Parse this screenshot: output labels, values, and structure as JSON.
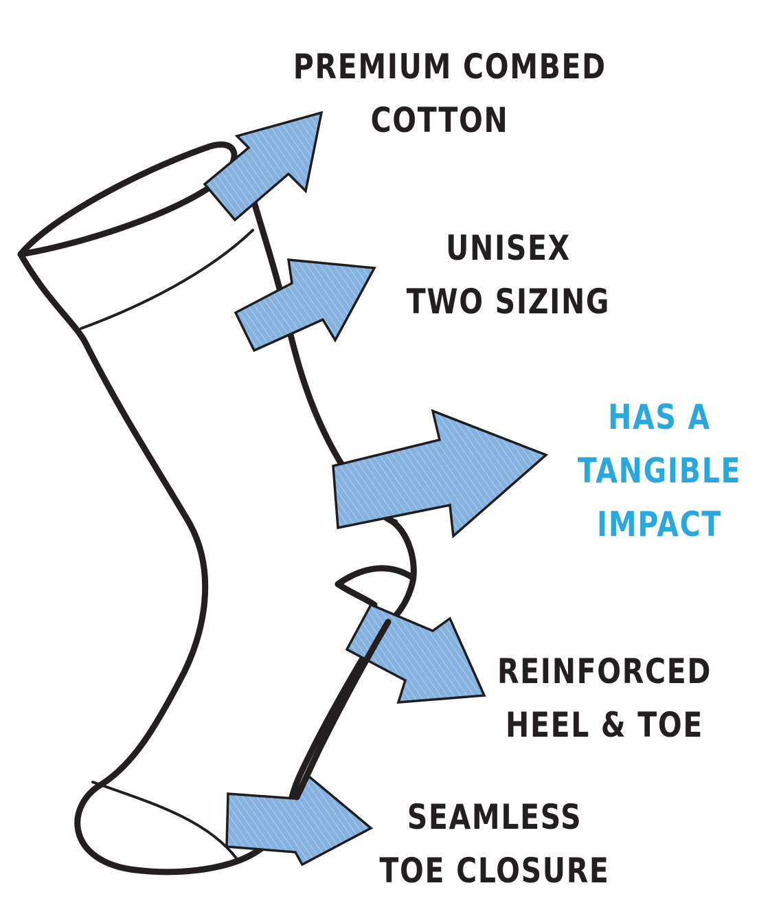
{
  "colors": {
    "arrow_fill": "#84b1dd",
    "outline": "#231f20",
    "text_default": "#231f20",
    "text_highlight": "#29a8e0"
  },
  "labels": {
    "cotton": {
      "line1": "PREMIUM COMBED",
      "line2": "COTTON"
    },
    "unisex": {
      "line1": "UNISEX",
      "line2": "TWO SIZING"
    },
    "impact": {
      "line1": "HAS A",
      "line2": "TANGIBLE",
      "line3": "IMPACT"
    },
    "heel": {
      "line1": "REINFORCED",
      "line2": "HEEL & TOE"
    },
    "toe": {
      "line1": "SEAMLESS",
      "line2": "TOE CLOSURE"
    }
  }
}
